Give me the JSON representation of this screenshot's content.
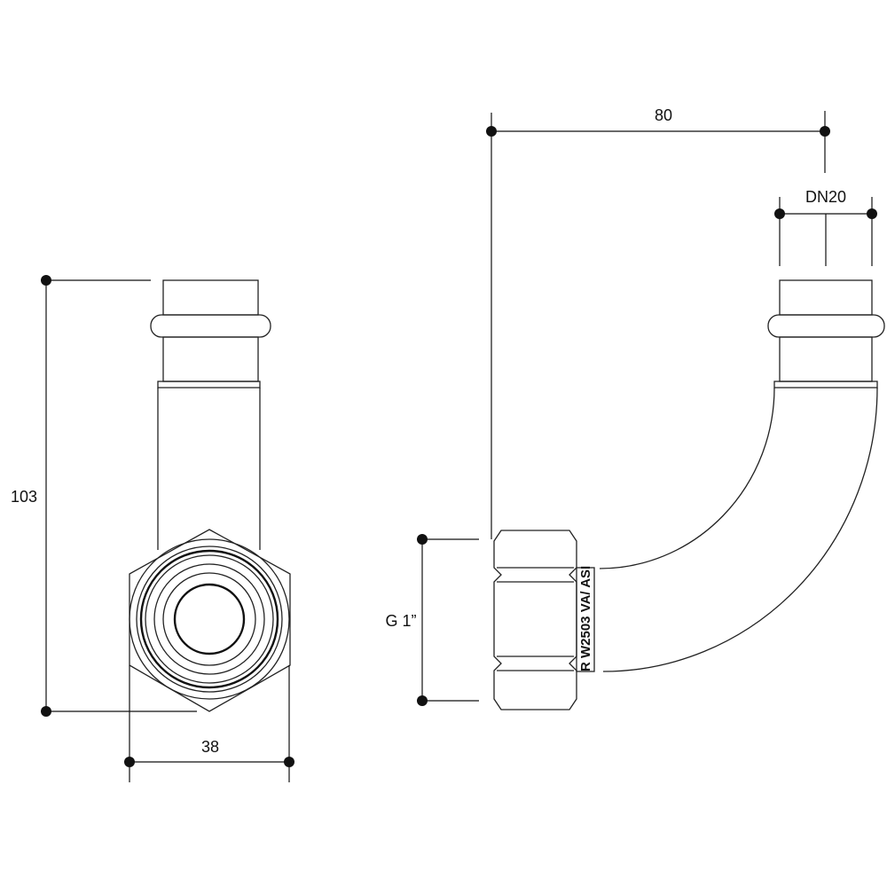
{
  "dimensions": {
    "height": "103",
    "width": "38",
    "length": "80",
    "nominal_diameter": "DN20",
    "thread": "G 1”"
  },
  "marking": "R W2503 VA/ ASI",
  "colors": {
    "line": "#111111",
    "background": "#ffffff"
  }
}
